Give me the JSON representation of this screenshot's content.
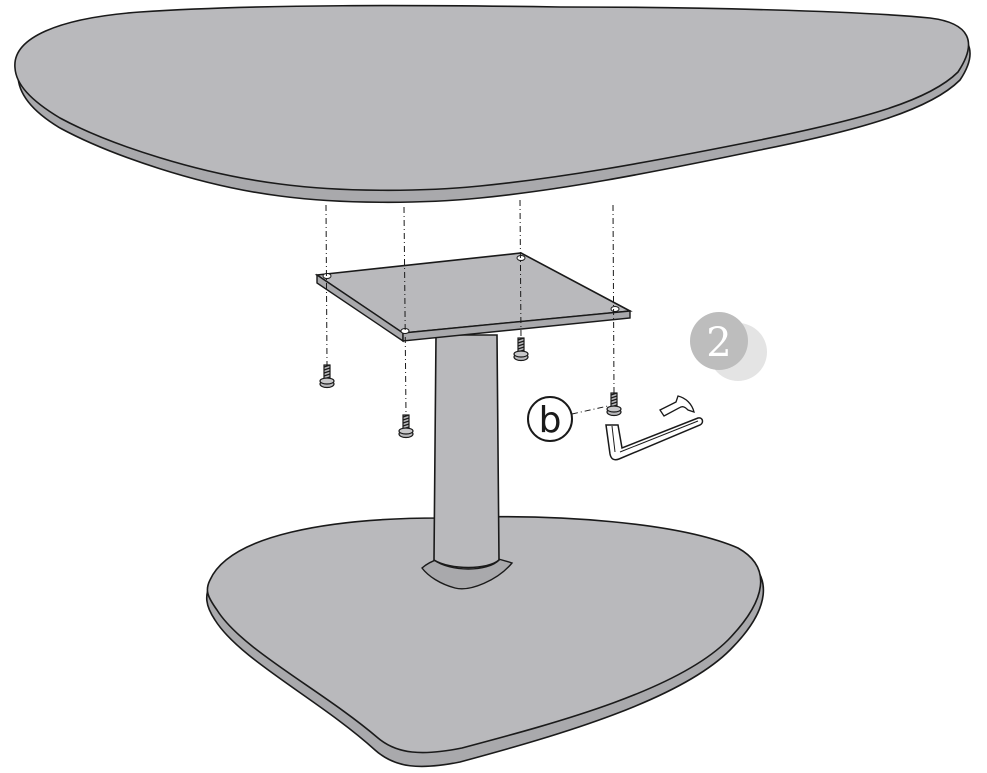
{
  "diagram": {
    "step_number": "2",
    "part_label": "b",
    "colors": {
      "surface": "#b9b9bc",
      "surface_dark": "#a9a9ac",
      "outline": "#1a1a1a",
      "badge_front": "#bdbdbd",
      "badge_back": "#e4e4e4",
      "badge_text": "#ffffff",
      "paper": "#ffffff"
    },
    "parts": {
      "tabletop": "tabletop",
      "mounting_plate": "mounting-plate",
      "column": "column",
      "base": "base",
      "screws": [
        "screw",
        "screw",
        "screw",
        "screw"
      ],
      "tool": "allen-key",
      "arrow": "rotation-arrow"
    }
  }
}
